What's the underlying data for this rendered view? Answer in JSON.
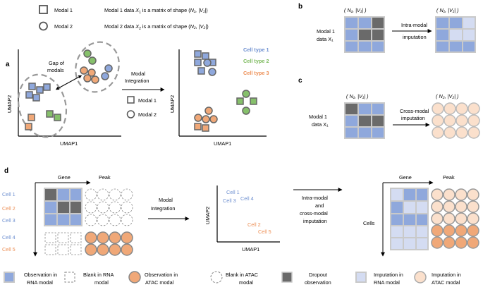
{
  "panels": {
    "a": "a",
    "b": "b",
    "c": "c",
    "d": "d"
  },
  "legend_a": {
    "modal1": "Modal 1",
    "modal2": "Modal 2",
    "modal1_desc_prefix": "Modal 1 data ",
    "modal1_desc_var": "X",
    "modal1_desc_sub": "1",
    "modal1_desc_suffix": " is a matrix of shape (",
    "modal1_shape": "N₁, |V₁|",
    "modal2_desc_prefix": "Modal 2 data ",
    "modal2_desc_var": "X",
    "modal2_desc_sub": "2",
    "modal2_desc_suffix": " is a matrix of shape (",
    "modal2_shape": "N₂, |V₂|",
    "close_paren": ")"
  },
  "panel_a": {
    "gap_label_1": "Gap of",
    "gap_label_2": "modals",
    "ylabel": "UMAP2",
    "xlabel": "UMAP1",
    "integration_1": "Modal",
    "integration_2": "Integration",
    "sub_modal1": "Modal 1",
    "sub_modal2": "Modal 2",
    "ylabel_right": "UMAP2",
    "xlabel_right": "UMAP1",
    "cell_type_1": "Cell type 1",
    "cell_type_2": "Cell type 2",
    "cell_type_3": "Cell type 3"
  },
  "panel_b": {
    "shape_left": "( N₁, |V₁| )",
    "shape_right": "( N₁, |V₁| )",
    "data_label_1": "Modal 1",
    "data_label_2": "data X₁",
    "arrow_1": "Intra-modal",
    "arrow_2": "imputation"
  },
  "panel_c": {
    "shape_left": "( N₁, |V₁| )",
    "shape_right": "( N₂, |V₂| )",
    "data_label_1": "Modal 1",
    "data_label_2": "data X₁",
    "arrow_1": "Cross-modal",
    "arrow_2": "imputation"
  },
  "panel_d": {
    "gene": "Gene",
    "peak": "Peak",
    "cells_left": [
      "Cell 1",
      "Cell 2",
      "Cell 3",
      "Cell 4",
      "Cell 5"
    ],
    "integration_1": "Modal",
    "integration_2": "Integration",
    "umap_cell1": "Cell 1",
    "umap_cell3": "Cell 3",
    "umap_cell4": "Cell 4",
    "umap_cell2": "Cell 2",
    "umap_cell5": "Cell 5",
    "ylabel": "UMAP2",
    "xlabel": "UMAP1",
    "impute_1": "Intra-modal",
    "impute_2": "and",
    "impute_3": "cross-modal",
    "impute_4": "imputation",
    "gene_right": "Gene",
    "peak_right": "Peak",
    "cells_label": "Cells"
  },
  "bottom_legend": {
    "obs_rna_1": "Observation in",
    "obs_rna_2": "RNA modal",
    "blank_rna_1": "Blank in RNA",
    "blank_rna_2": "modal",
    "obs_atac_1": "Observation in",
    "obs_atac_2": "ATAC modal",
    "blank_atac_1": "Blank in ATAC",
    "blank_atac_2": "modal",
    "dropout_1": "Dropout",
    "dropout_2": "observation",
    "imp_rna_1": "Imputation in",
    "imp_rna_2": "RNA modal",
    "imp_atac_1": "Imputation in",
    "imp_atac_2": "ATAC modal"
  },
  "colors": {
    "blue": "#8fa8dc",
    "green": "#86c06b",
    "orange": "#f0a878",
    "dark": "#6a6a6a",
    "light_blue": "#d4dcf2",
    "light_orange": "#fbe0cc",
    "cell_blue_text": "#6d8fd0",
    "cell_orange_text": "#ed8f55",
    "cell_green_text": "#7ab95a"
  }
}
